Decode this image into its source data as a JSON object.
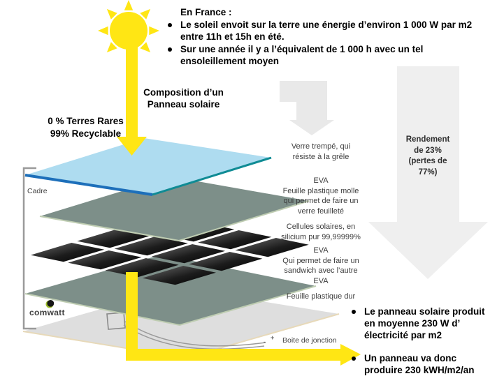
{
  "colors": {
    "yellow": "#FFE614",
    "big_arrow_gray": "#EFEFEF",
    "bent_arrow_gray": "#E9E9E9",
    "glass_blue": "#AEDCF0",
    "glass_edge_blue": "#1D6FBA",
    "glass_edge_teal": "#0F8B94",
    "eva_green": "#7D8F89",
    "eva_edge_light": "#BFCDB2",
    "backsheet_gray": "#DEDEDE",
    "backsheet_edge": "#E7D9B9"
  },
  "intro": {
    "heading": "En France :",
    "bullets": [
      "Le soleil envoit sur la terre une énergie d’environ 1 000 W par m2\nentre 11h et 15h en été.",
      "Sur une année il y a l’équivalent de 1 000 h avec un tel\nensoleillement moyen"
    ]
  },
  "title": "Composition d’un\nPanneau solaire",
  "eco_badge": "0 % Terres Rares\n99% Recyclable",
  "frame_label": "Cadre",
  "brand": "comwatt",
  "layer_labels": {
    "glass": "Verre trempé, qui\nrésiste à la grêle",
    "eva_top": "EVA\nFeuille plastique molle\nqui permet de faire un\nverre feuilleté",
    "cells": "Cellules solaires, en\nsilicium pur 99,99999%",
    "eva_bottom": "EVA\nQui permet de faire un\nsandwich avec l’autre\nEVA",
    "backsheet": "Feuille plastique dur",
    "junction_box": "Boite de jonction"
  },
  "junction_polarity": {
    "plus": "+",
    "minus": "-"
  },
  "efficiency": "Rendement\nde 23%\n(pertes de\n77%)",
  "output": {
    "bullets": [
      "Le panneau solaire produit\nen moyenne 230 W d’\nélectricité par m2",
      "Un panneau va donc\nproduire 230 kWH/m2/an"
    ]
  }
}
